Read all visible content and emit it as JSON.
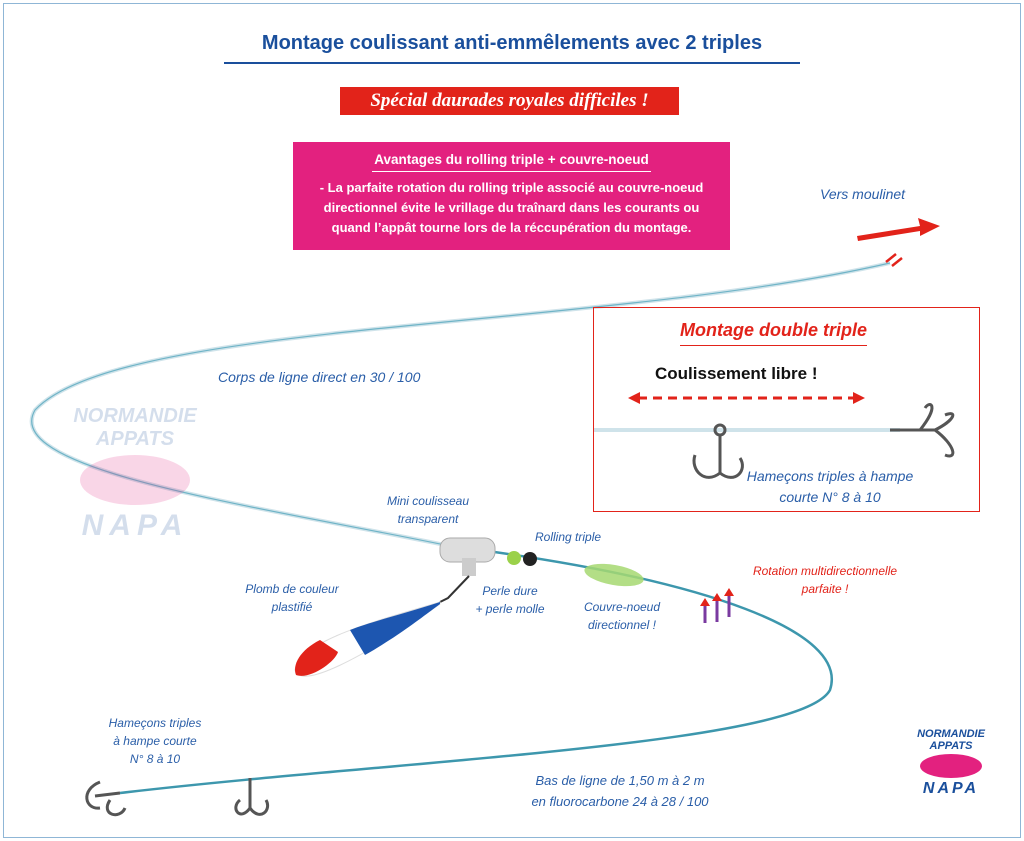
{
  "title": "Montage coulissant anti-emmêlements avec 2 triples",
  "banner": "Spécial daurades royales difficiles !",
  "advantages": {
    "heading": "Avantages du rolling triple + couvre-noeud",
    "lines": [
      "- La parfaite rotation du rolling triple associé au couvre-noeud",
      "directionnel évite le vrillage du traînard dans les courants ou",
      "quand l’appât tourne lors de la réccupération du montage."
    ]
  },
  "labels": {
    "vers_moulinet": "Vers moulinet",
    "corps_ligne": "Corps de ligne direct en 30 / 100",
    "mini_coulisseau": [
      "Mini coulisseau",
      "transparent"
    ],
    "rolling": "Rolling triple",
    "plomb": [
      "Plomb de couleur",
      "plastifié"
    ],
    "perle": [
      "Perle dure",
      "+ perle molle"
    ],
    "couvre": [
      "Couvre-noeud",
      "directionnel !"
    ],
    "rotation": [
      "Rotation multidirectionnelle",
      "parfaite !"
    ],
    "hamecons_left": [
      "Hameçons triples",
      "à hampe courte",
      "N° 8 à 10"
    ],
    "bas_ligne": [
      "Bas de ligne de 1,50 m à 2 m",
      "en fluorocarbone 24 à 28 / 100"
    ]
  },
  "inset": {
    "title": "Montage double triple",
    "slide": "Coulissement libre !",
    "hooks": [
      "Hameçons triples à hampe",
      "courte N° 8 à 10"
    ]
  },
  "logo": {
    "line1": "NORMANDIE",
    "line2": "APPATS",
    "line3": "NAPA"
  },
  "colors": {
    "blue": "#1a4f9c",
    "red": "#e2231a",
    "pink": "#e3217f",
    "line": "#4aa3b8"
  }
}
